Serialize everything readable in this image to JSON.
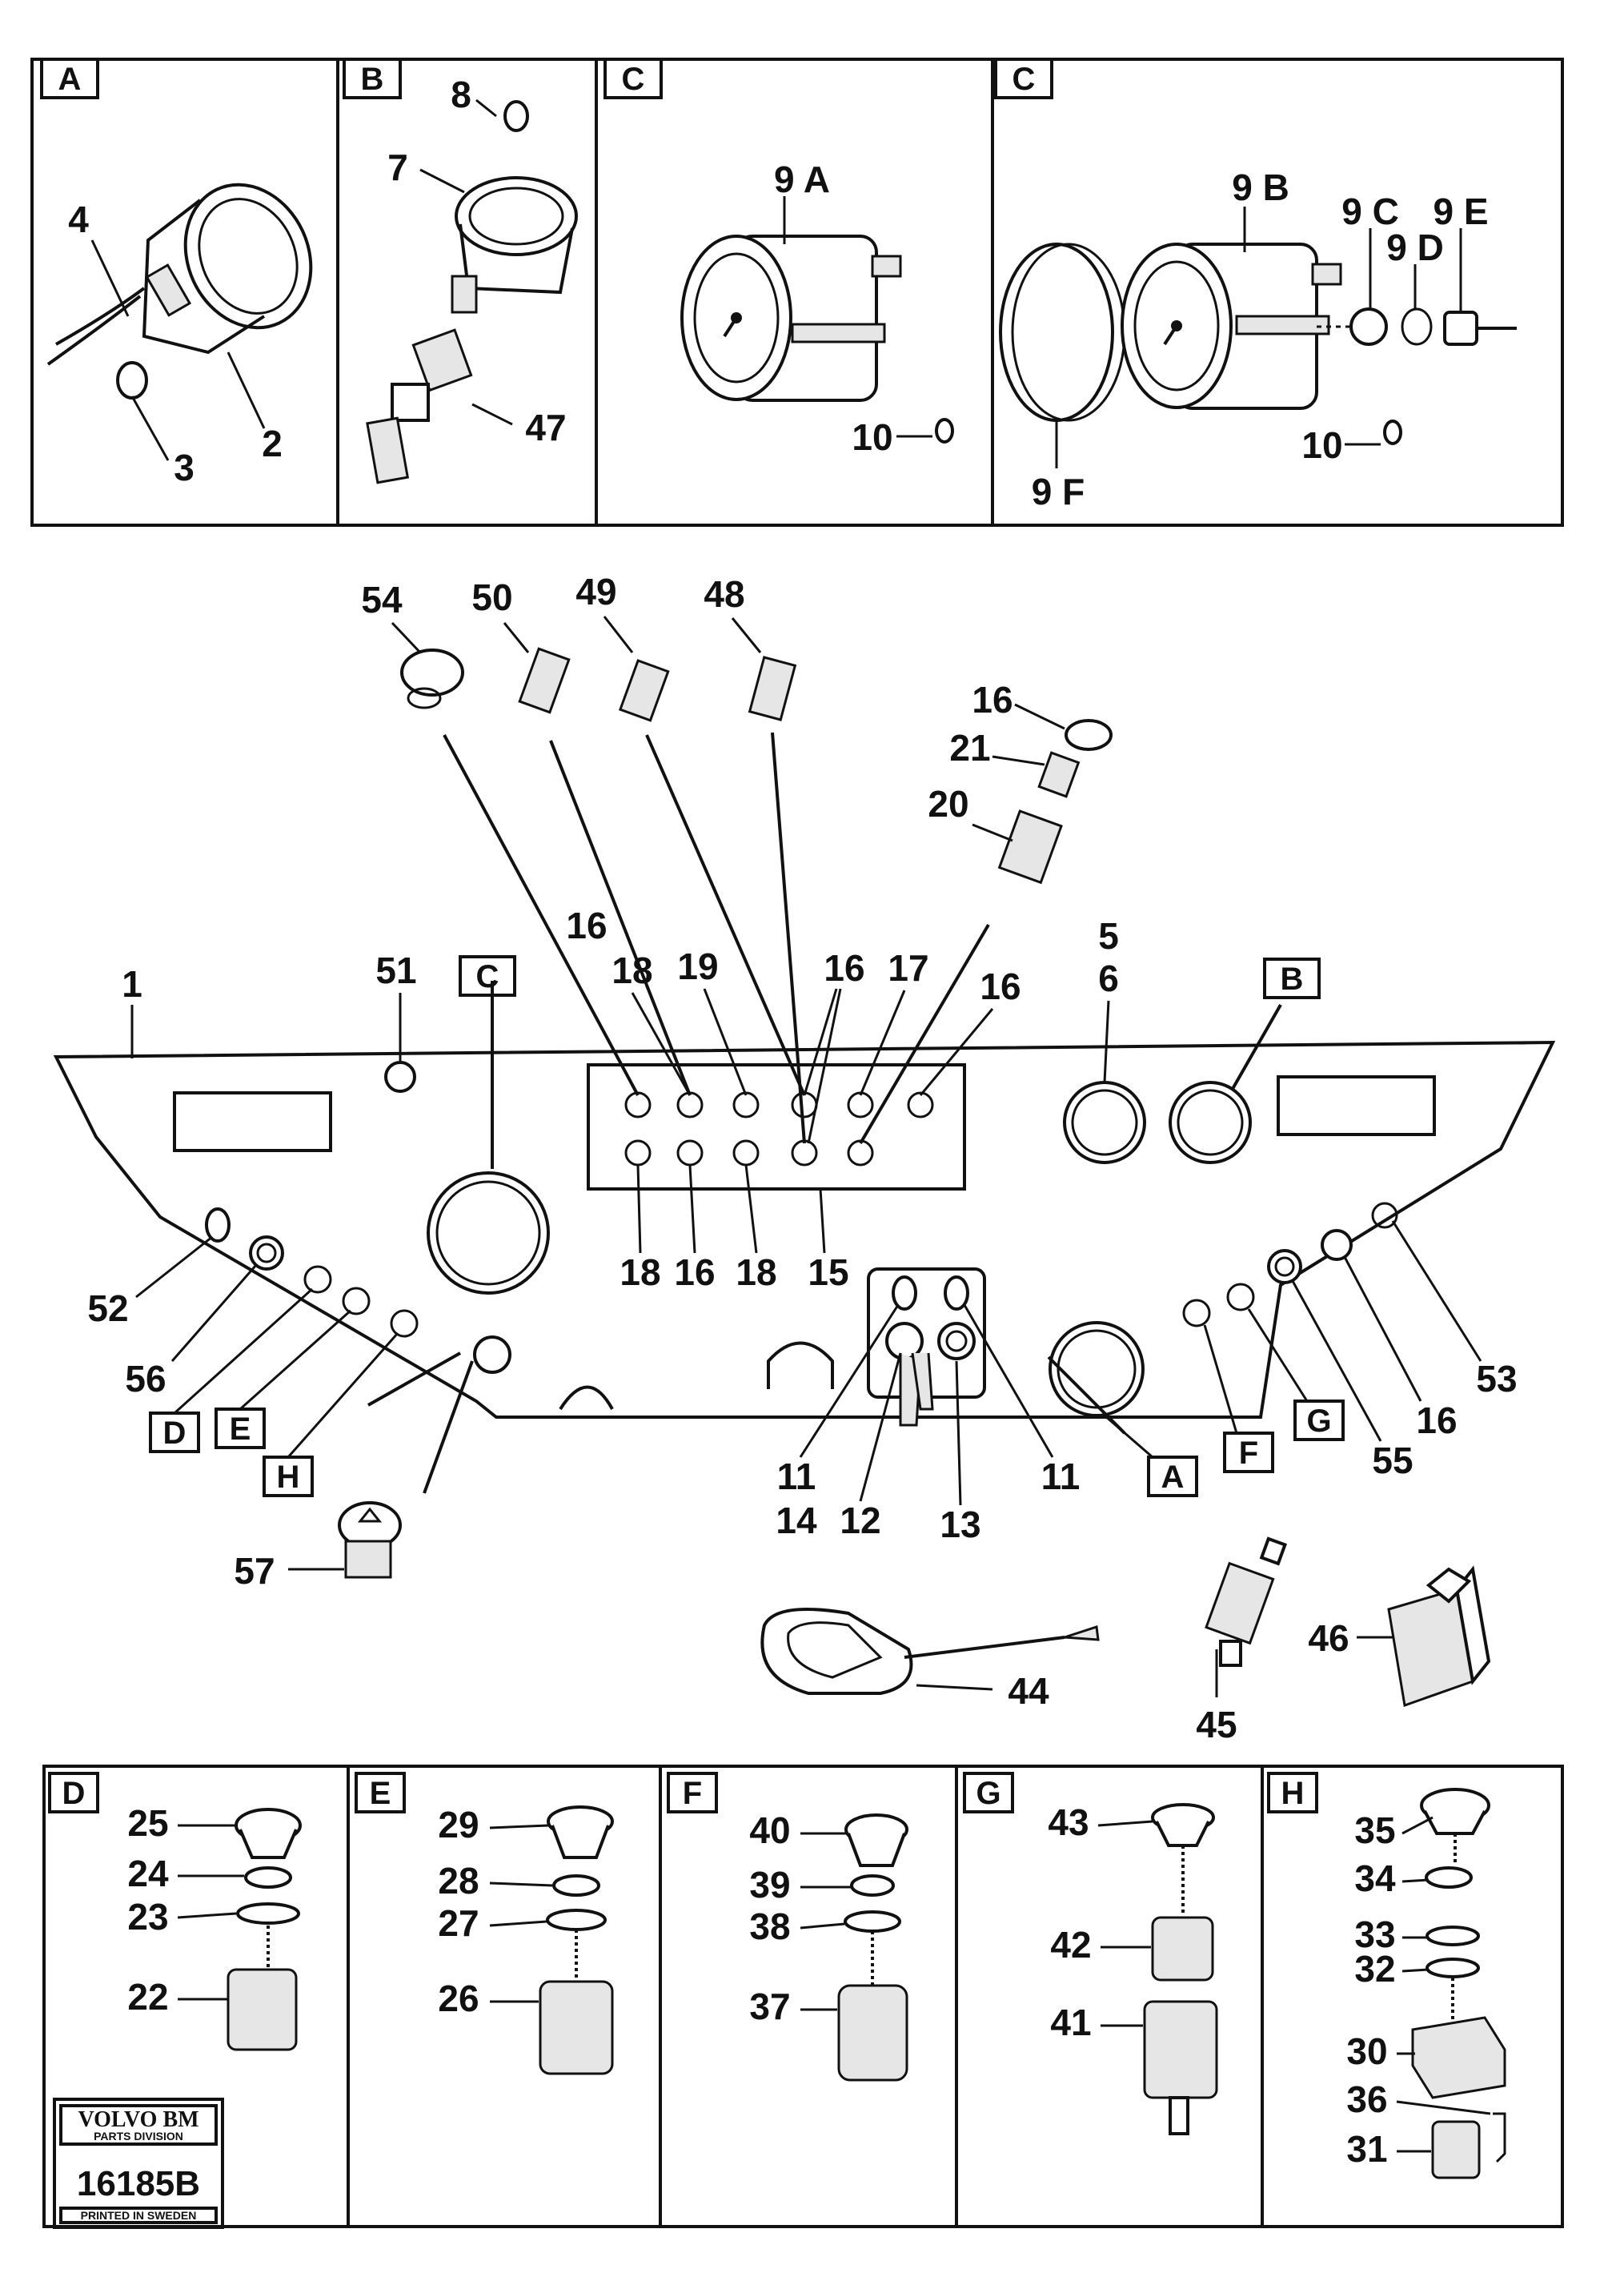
{
  "top_panels": [
    {
      "tag": "A",
      "parts": [
        "4",
        "3",
        "2"
      ]
    },
    {
      "tag": "B",
      "parts": [
        "8",
        "7",
        "47"
      ]
    },
    {
      "tag": "C",
      "parts": [
        "9 A",
        "10"
      ]
    },
    {
      "tag": "C",
      "parts": [
        "9 B",
        "9 C",
        "9 D",
        "9 E",
        "9 F",
        "10"
      ]
    }
  ],
  "main_labels": {
    "p54": "54",
    "p50": "50",
    "p49": "49",
    "p48": "48",
    "p16a": "16",
    "p21": "21",
    "p20": "20",
    "p1": "1",
    "p51": "51",
    "p16b": "16",
    "p18a": "18",
    "p19": "19",
    "p16c": "16",
    "p17": "17",
    "p16d": "16",
    "p5": "5",
    "p6": "6",
    "p18b": "18",
    "p16e": "16",
    "p18c": "18",
    "p15": "15",
    "p52": "52",
    "p56": "56",
    "p11a": "11",
    "p14": "14",
    "p12": "12",
    "p13": "13",
    "p11b": "11",
    "p53": "53",
    "p16f": "16",
    "p55": "55",
    "p57": "57",
    "p44": "44",
    "p45": "45",
    "p46": "46"
  },
  "callouts": {
    "C": "C",
    "B": "B",
    "D": "D",
    "E": "E",
    "H": "H",
    "A": "A",
    "F": "F",
    "G": "G"
  },
  "bottom_panels": [
    {
      "tag": "D",
      "parts": [
        "25",
        "24",
        "23",
        "22"
      ]
    },
    {
      "tag": "E",
      "parts": [
        "29",
        "28",
        "27",
        "26"
      ]
    },
    {
      "tag": "F",
      "parts": [
        "40",
        "39",
        "38",
        "37"
      ]
    },
    {
      "tag": "G",
      "parts": [
        "43",
        "42",
        "41"
      ]
    },
    {
      "tag": "H",
      "parts": [
        "35",
        "34",
        "33",
        "32",
        "30",
        "36",
        "31"
      ]
    }
  ],
  "logo": {
    "brand": "VOLVO BM",
    "division": "PARTS DIVISION",
    "number": "16185B",
    "printed": "PRINTED IN SWEDEN"
  }
}
